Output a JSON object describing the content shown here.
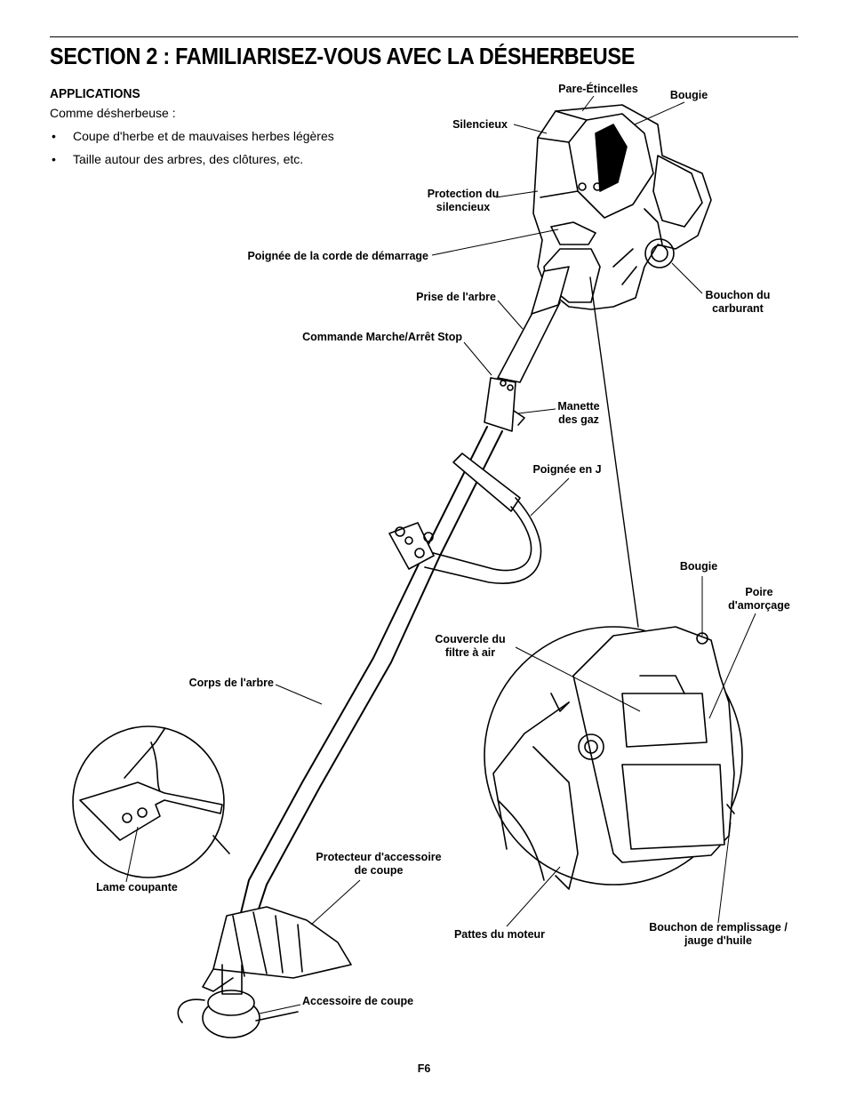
{
  "section_title": "SECTION 2 : FAMILIARISEZ-VOUS AVEC LA DÉSHERBEUSE",
  "applications": {
    "heading": "APPLICATIONS",
    "intro": "Comme désherbeuse :",
    "bullets": [
      "Coupe d'herbe et de mauvaises herbes légères",
      "Taille autour des arbres, des clôtures, etc."
    ]
  },
  "labels": {
    "pare_etincelles": "Pare-Étincelles",
    "bougie_top": "Bougie",
    "silencieux": "Silencieux",
    "protection_silencieux_1": "Protection du",
    "protection_silencieux_2": "silencieux",
    "poignee_corde": "Poignée de la corde de démarrage",
    "bouchon_carburant_1": "Bouchon du",
    "bouchon_carburant_2": "carburant",
    "prise_arbre": "Prise de l'arbre",
    "commande_marche": "Commande Marche/Arrêt Stop",
    "manette_gaz_1": "Manette",
    "manette_gaz_2": "des gaz",
    "poignee_j": "Poignée en J",
    "bougie_detail": "Bougie",
    "poire_1": "Poire",
    "poire_2": "d'amorçage",
    "couvercle_filtre_1": "Couvercle du",
    "couvercle_filtre_2": "filtre à air",
    "corps_arbre": "Corps de l'arbre",
    "lame_coupante": "Lame coupante",
    "protecteur_1": "Protecteur d'accessoire",
    "protecteur_2": "de coupe",
    "pattes_moteur": "Pattes du moteur",
    "bouchon_huile_1": "Bouchon de remplissage /",
    "bouchon_huile_2": "jauge d'huile",
    "accessoire_coupe": "Accessoire de coupe"
  },
  "page_number": "F6"
}
